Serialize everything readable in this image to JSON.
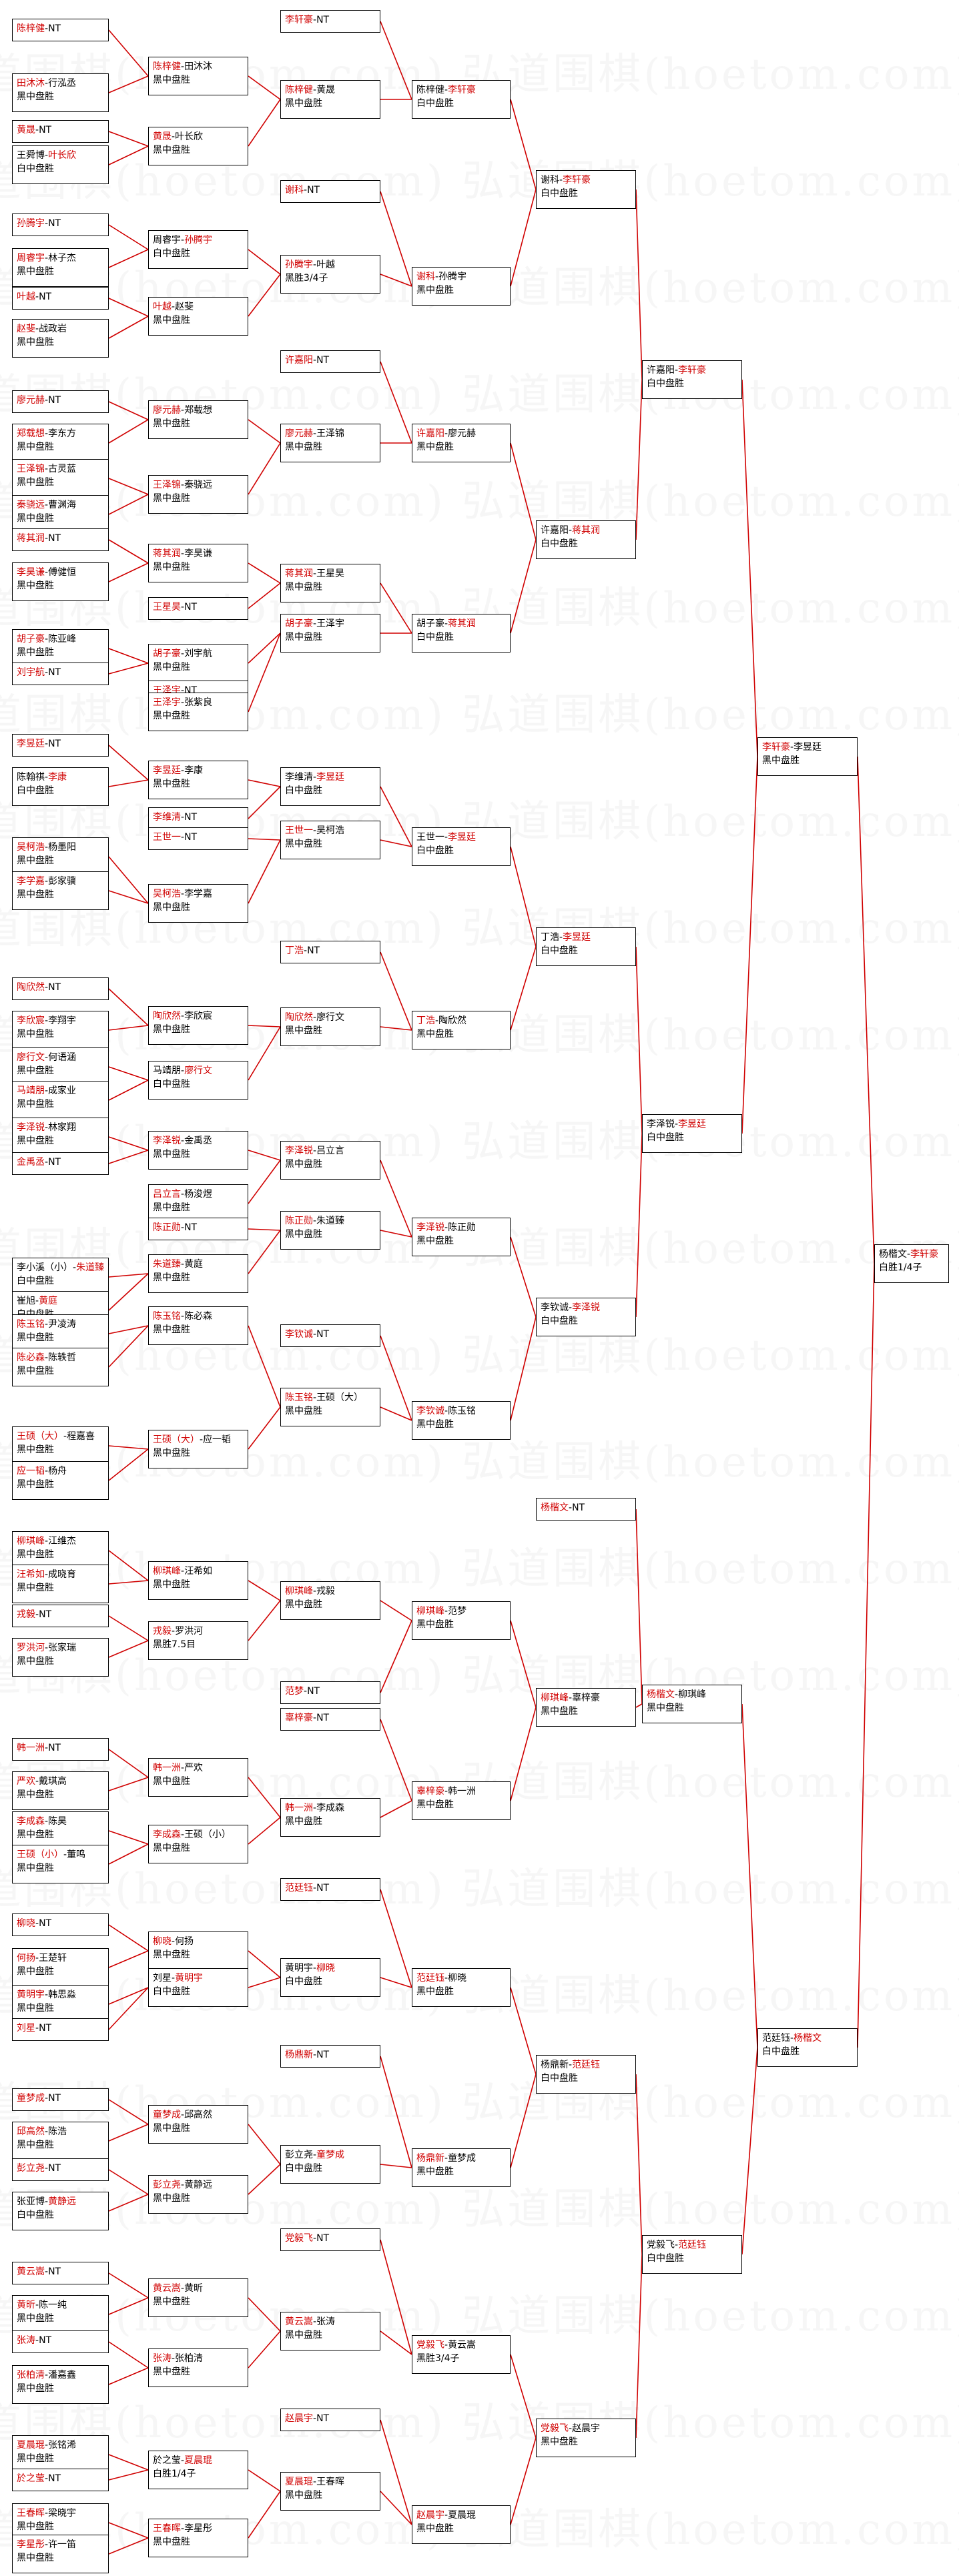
{
  "watermark": "弘道围棋(hoetom.com)",
  "colors": {
    "winner": "#d00000",
    "line": "#d00000",
    "border": "#000000"
  },
  "nodes": [
    {
      "id": "r1_0",
      "p1": "陈梓健",
      "p2": "",
      "w": 1,
      "res": "NT"
    },
    {
      "id": "r1_1",
      "p1": "田沐沐",
      "p2": "行泓丞",
      "w": 1,
      "res": "黑中盘胜"
    },
    {
      "id": "r1_2",
      "p1": "黄晟",
      "p2": "",
      "w": 1,
      "res": "NT"
    },
    {
      "id": "r1_3",
      "p1": "王舜博",
      "p2": "叶长欣",
      "w": 2,
      "res": "白中盘胜"
    },
    {
      "id": "r1_4",
      "p1": "孙腾宇",
      "p2": "",
      "w": 1,
      "res": "NT"
    },
    {
      "id": "r1_5",
      "p1": "周睿宇",
      "p2": "林子杰",
      "w": 1,
      "res": "黑中盘胜"
    },
    {
      "id": "r1_6",
      "p1": "叶越",
      "p2": "",
      "w": 1,
      "res": "NT"
    },
    {
      "id": "r1_7",
      "p1": "赵斐",
      "p2": "战政岩",
      "w": 1,
      "res": "黑中盘胜"
    },
    {
      "id": "r1_8",
      "p1": "廖元赫",
      "p2": "",
      "w": 1,
      "res": "NT"
    },
    {
      "id": "r1_9",
      "p1": "郑载想",
      "p2": "李东方",
      "w": 1,
      "res": "黑中盘胜"
    },
    {
      "id": "r1_10",
      "p1": "王泽锦",
      "p2": "古灵蓝",
      "w": 1,
      "res": "黑中盘胜"
    },
    {
      "id": "r1_11",
      "p1": "秦骁远",
      "p2": "曹渊海",
      "w": 1,
      "res": "黑中盘胜"
    },
    {
      "id": "r1_12",
      "p1": "蒋其润",
      "p2": "",
      "w": 1,
      "res": "NT"
    },
    {
      "id": "r1_13",
      "p1": "李昊谦",
      "p2": "傅健恒",
      "w": 1,
      "res": "黑中盘胜"
    },
    {
      "id": "r1_14",
      "p1": "胡子豪",
      "p2": "陈亚峰",
      "w": 1,
      "res": "黑中盘胜"
    },
    {
      "id": "r1_15",
      "p1": "刘宇航",
      "p2": "",
      "w": 1,
      "res": "NT"
    },
    {
      "id": "r1_16",
      "p1": "李昱廷",
      "p2": "",
      "w": 1,
      "res": "NT"
    },
    {
      "id": "r1_17",
      "p1": "陈翰祺",
      "p2": "李康",
      "w": 2,
      "res": "白中盘胜"
    },
    {
      "id": "r1_18",
      "p1": "吴柯浩",
      "p2": "杨墨阳",
      "w": 1,
      "res": "黑中盘胜"
    },
    {
      "id": "r1_19",
      "p1": "李学嘉",
      "p2": "彭家骥",
      "w": 1,
      "res": "黑中盘胜"
    },
    {
      "id": "r1_20",
      "p1": "陶欣然",
      "p2": "",
      "w": 1,
      "res": "NT"
    },
    {
      "id": "r1_21",
      "p1": "李欣宸",
      "p2": "李翔宇",
      "w": 1,
      "res": "黑中盘胜"
    },
    {
      "id": "r1_22",
      "p1": "廖行文",
      "p2": "何语涵",
      "w": 1,
      "res": "黑中盘胜"
    },
    {
      "id": "r1_23",
      "p1": "马靖朋",
      "p2": "成家业",
      "w": 1,
      "res": "黑中盘胜"
    },
    {
      "id": "r1_24",
      "p1": "李泽锐",
      "p2": "林家翔",
      "w": 1,
      "res": "黑中盘胜"
    },
    {
      "id": "r1_25",
      "p1": "金禹丞",
      "p2": "",
      "w": 1,
      "res": "NT"
    },
    {
      "id": "r1_26",
      "p1": "李小溪（小）",
      "p2": "朱道臻",
      "w": 2,
      "res": "白中盘胜"
    },
    {
      "id": "r1_27",
      "p1": "崔旭",
      "p2": "黄庭",
      "w": 2,
      "res": "白中盘胜"
    },
    {
      "id": "r1_28",
      "p1": "陈玉铭",
      "p2": "尹凌涛",
      "w": 1,
      "res": "黑中盘胜"
    },
    {
      "id": "r1_29",
      "p1": "陈必森",
      "p2": "陈轶哲",
      "w": 1,
      "res": "黑中盘胜"
    },
    {
      "id": "r1_30",
      "p1": "王硕（大）",
      "p2": "程嘉喜",
      "w": 1,
      "res": "黑中盘胜"
    },
    {
      "id": "r1_31",
      "p1": "应一韬",
      "p2": "杨舟",
      "w": 1,
      "res": "黑中盘胜"
    },
    {
      "id": "r1_32",
      "p1": "柳琪峰",
      "p2": "江维杰",
      "w": 1,
      "res": "黑中盘胜"
    },
    {
      "id": "r1_33",
      "p1": "汪希如",
      "p2": "成晓育",
      "w": 1,
      "res": "黑中盘胜"
    },
    {
      "id": "r1_34",
      "p1": "戎毅",
      "p2": "",
      "w": 1,
      "res": "NT"
    },
    {
      "id": "r1_35",
      "p1": "罗洪河",
      "p2": "张家瑞",
      "w": 1,
      "res": "黑中盘胜"
    },
    {
      "id": "r1_36",
      "p1": "韩一洲",
      "p2": "",
      "w": 1,
      "res": "NT"
    },
    {
      "id": "r1_37",
      "p1": "严欢",
      "p2": "戴琪高",
      "w": 1,
      "res": "黑中盘胜"
    },
    {
      "id": "r1_38",
      "p1": "李成森",
      "p2": "陈昊",
      "w": 1,
      "res": "黑中盘胜"
    },
    {
      "id": "r1_39",
      "p1": "王硕（小）",
      "p2": "董鸣",
      "w": 1,
      "res": "黑中盘胜"
    },
    {
      "id": "r1_40",
      "p1": "柳晓",
      "p2": "",
      "w": 1,
      "res": "NT"
    },
    {
      "id": "r1_41",
      "p1": "何扬",
      "p2": "王楚轩",
      "w": 1,
      "res": "黑中盘胜"
    },
    {
      "id": "r1_42",
      "p1": "黄明宇",
      "p2": "韩思淼",
      "w": 1,
      "res": "黑中盘胜"
    },
    {
      "id": "r1_43",
      "p1": "刘星",
      "p2": "",
      "w": 1,
      "res": "NT"
    },
    {
      "id": "r1_44",
      "p1": "童梦成",
      "p2": "",
      "w": 1,
      "res": "NT"
    },
    {
      "id": "r1_45",
      "p1": "邱高然",
      "p2": "陈浩",
      "w": 1,
      "res": "黑中盘胜"
    },
    {
      "id": "r1_46",
      "p1": "彭立尧",
      "p2": "",
      "w": 1,
      "res": "NT"
    },
    {
      "id": "r1_47",
      "p1": "张亚博",
      "p2": "黄静远",
      "w": 2,
      "res": "白中盘胜"
    },
    {
      "id": "r1_48",
      "p1": "黄云嵩",
      "p2": "",
      "w": 1,
      "res": "NT"
    },
    {
      "id": "r1_49",
      "p1": "黄昕",
      "p2": "陈一纯",
      "w": 1,
      "res": "黑中盘胜"
    },
    {
      "id": "r1_50",
      "p1": "张涛",
      "p2": "",
      "w": 1,
      "res": "NT"
    },
    {
      "id": "r1_51",
      "p1": "张柏清",
      "p2": "潘嘉鑫",
      "w": 1,
      "res": "黑中盘胜"
    },
    {
      "id": "r1_52",
      "p1": "夏晨琨",
      "p2": "张铭浠",
      "w": 1,
      "res": "黑中盘胜"
    },
    {
      "id": "r1_53",
      "p1": "於之莹",
      "p2": "",
      "w": 1,
      "res": "NT"
    },
    {
      "id": "r1_54",
      "p1": "王春晖",
      "p2": "梁晓宇",
      "w": 1,
      "res": "黑中盘胜"
    },
    {
      "id": "r1_55",
      "p1": "李星彤",
      "p2": "许一笛",
      "w": 1,
      "res": "黑中盘胜"
    },
    {
      "id": "r2_0",
      "p1": "陈梓健",
      "p2": "田沐沐",
      "w": 1,
      "res": "黑中盘胜"
    },
    {
      "id": "r2_1",
      "p1": "黄晟",
      "p2": "叶长欣",
      "w": 1,
      "res": "黑中盘胜"
    },
    {
      "id": "r2_2",
      "p1": "周睿宇",
      "p2": "孙腾宇",
      "w": 2,
      "res": "白中盘胜"
    },
    {
      "id": "r2_3",
      "p1": "叶越",
      "p2": "赵斐",
      "w": 1,
      "res": "黑中盘胜"
    },
    {
      "id": "r2_4",
      "p1": "廖元赫",
      "p2": "郑载想",
      "w": 1,
      "res": "黑中盘胜"
    },
    {
      "id": "r2_5",
      "p1": "王泽锦",
      "p2": "秦骁远",
      "w": 1,
      "res": "黑中盘胜"
    },
    {
      "id": "r2_6",
      "p1": "蒋其润",
      "p2": "李昊谦",
      "w": 1,
      "res": "黑中盘胜"
    },
    {
      "id": "r2_7",
      "p1": "王星昊",
      "p2": "",
      "w": 1,
      "res": "NT"
    },
    {
      "id": "r2_8",
      "p1": "胡子豪",
      "p2": "刘宇航",
      "w": 1,
      "res": "黑中盘胜"
    },
    {
      "id": "r2_9",
      "p1": "王泽宇",
      "p2": "",
      "w": 1,
      "res": "NT"
    },
    {
      "id": "r2_10",
      "p1": "王泽宇",
      "p2": "张紫良",
      "w": 1,
      "res": "黑中盘胜"
    },
    {
      "id": "r2_11",
      "p1": "李昱廷",
      "p2": "李康",
      "w": 1,
      "res": "黑中盘胜"
    },
    {
      "id": "r2_12",
      "p1": "李维清",
      "p2": "",
      "w": 1,
      "res": "NT"
    },
    {
      "id": "r2_13",
      "p1": "王世一",
      "p2": "",
      "w": 1,
      "res": "NT"
    },
    {
      "id": "r2_14",
      "p1": "吴柯浩",
      "p2": "李学嘉",
      "w": 1,
      "res": "黑中盘胜"
    },
    {
      "id": "r2_15",
      "p1": "陶欣然",
      "p2": "李欣宸",
      "w": 1,
      "res": "黑中盘胜"
    },
    {
      "id": "r2_16",
      "p1": "马靖朋",
      "p2": "廖行文",
      "w": 2,
      "res": "白中盘胜"
    },
    {
      "id": "r2_17",
      "p1": "李泽锐",
      "p2": "金禹丞",
      "w": 1,
      "res": "黑中盘胜"
    },
    {
      "id": "r2_18",
      "p1": "吕立言",
      "p2": "杨浚煜",
      "w": 1,
      "res": "黑中盘胜"
    },
    {
      "id": "r2_19",
      "p1": "陈正勋",
      "p2": "",
      "w": 1,
      "res": "NT"
    },
    {
      "id": "r2_20",
      "p1": "朱道臻",
      "p2": "黄庭",
      "w": 1,
      "res": "黑中盘胜"
    },
    {
      "id": "r2_21",
      "p1": "陈玉铭",
      "p2": "陈必森",
      "w": 1,
      "res": "黑中盘胜"
    },
    {
      "id": "r2_22",
      "p1": "王硕（大）",
      "p2": "应一韬",
      "w": 1,
      "res": "黑中盘胜"
    },
    {
      "id": "r2_23",
      "p1": "柳琪峰",
      "p2": "汪希如",
      "w": 1,
      "res": "黑中盘胜"
    },
    {
      "id": "r2_24",
      "p1": "戎毅",
      "p2": "罗洪河",
      "w": 1,
      "res": "黑胜7.5目"
    },
    {
      "id": "r2_25",
      "p1": "韩一洲",
      "p2": "严欢",
      "w": 1,
      "res": "黑中盘胜"
    },
    {
      "id": "r2_26",
      "p1": "李成森",
      "p2": "王硕（小）",
      "w": 1,
      "res": "黑中盘胜"
    },
    {
      "id": "r2_27",
      "p1": "柳晓",
      "p2": "何扬",
      "w": 1,
      "res": "黑中盘胜"
    },
    {
      "id": "r2_28",
      "p1": "刘星",
      "p2": "黄明宇",
      "w": 2,
      "res": "白中盘胜"
    },
    {
      "id": "r2_29",
      "p1": "童梦成",
      "p2": "邱高然",
      "w": 1,
      "res": "黑中盘胜"
    },
    {
      "id": "r2_30",
      "p1": "彭立尧",
      "p2": "黄静远",
      "w": 1,
      "res": "黑中盘胜"
    },
    {
      "id": "r2_31",
      "p1": "黄云嵩",
      "p2": "黄昕",
      "w": 1,
      "res": "黑中盘胜"
    },
    {
      "id": "r2_32",
      "p1": "张涛",
      "p2": "张柏清",
      "w": 1,
      "res": "黑中盘胜"
    },
    {
      "id": "r2_33",
      "p1": "於之莹",
      "p2": "夏晨琨",
      "w": 2,
      "res": "白胜1/4子"
    },
    {
      "id": "r2_34",
      "p1": "王春晖",
      "p2": "李星彤",
      "w": 1,
      "res": "黑中盘胜"
    },
    {
      "id": "r3_0",
      "p1": "李轩豪",
      "p2": "",
      "w": 1,
      "res": "NT"
    },
    {
      "id": "r3_1",
      "p1": "陈梓健",
      "p2": "黄晟",
      "w": 1,
      "res": "黑中盘胜"
    },
    {
      "id": "r3_2",
      "p1": "谢科",
      "p2": "",
      "w": 1,
      "res": "NT"
    },
    {
      "id": "r3_3",
      "p1": "孙腾宇",
      "p2": "叶越",
      "w": 1,
      "res": "黑胜3/4子"
    },
    {
      "id": "r3_4",
      "p1": "许嘉阳",
      "p2": "",
      "w": 1,
      "res": "NT"
    },
    {
      "id": "r3_5",
      "p1": "廖元赫",
      "p2": "王泽锦",
      "w": 1,
      "res": "黑中盘胜"
    },
    {
      "id": "r3_6",
      "p1": "蒋其润",
      "p2": "王星昊",
      "w": 1,
      "res": "黑中盘胜"
    },
    {
      "id": "r3_7",
      "p1": "胡子豪",
      "p2": "王泽宇",
      "w": 1,
      "res": "黑中盘胜"
    },
    {
      "id": "r3_8",
      "p1": "李维清",
      "p2": "李昱廷",
      "w": 2,
      "res": "白中盘胜"
    },
    {
      "id": "r3_9",
      "p1": "王世一",
      "p2": "吴柯浩",
      "w": 1,
      "res": "黑中盘胜"
    },
    {
      "id": "r3_10",
      "p1": "丁浩",
      "p2": "",
      "w": 1,
      "res": "NT"
    },
    {
      "id": "r3_11",
      "p1": "陶欣然",
      "p2": "廖行文",
      "w": 1,
      "res": "黑中盘胜"
    },
    {
      "id": "r3_12",
      "p1": "李泽锐",
      "p2": "吕立言",
      "w": 1,
      "res": "黑中盘胜"
    },
    {
      "id": "r3_13",
      "p1": "陈正勋",
      "p2": "朱道臻",
      "w": 1,
      "res": "黑中盘胜"
    },
    {
      "id": "r3_14",
      "p1": "李钦诚",
      "p2": "",
      "w": 1,
      "res": "NT"
    },
    {
      "id": "r3_15",
      "p1": "陈玉铭",
      "p2": "王硕（大）",
      "w": 1,
      "res": "黑中盘胜"
    },
    {
      "id": "r3_16",
      "p1": "柳琪峰",
      "p2": "戎毅",
      "w": 1,
      "res": "黑中盘胜"
    },
    {
      "id": "r3_17",
      "p1": "范梦",
      "p2": "",
      "w": 1,
      "res": "NT"
    },
    {
      "id": "r3_18",
      "p1": "韩一洲",
      "p2": "李成森",
      "w": 1,
      "res": "黑中盘胜"
    },
    {
      "id": "r3_19",
      "p1": "辜梓豪",
      "p2": "",
      "w": 1,
      "res": "NT"
    },
    {
      "id": "r3_20",
      "p1": "黄明宇",
      "p2": "柳晓",
      "w": 2,
      "res": "白中盘胜"
    },
    {
      "id": "r3_21",
      "p1": "范廷钰",
      "p2": "",
      "w": 1,
      "res": "NT"
    },
    {
      "id": "r3_22",
      "p1": "彭立尧",
      "p2": "童梦成",
      "w": 2,
      "res": "白中盘胜"
    },
    {
      "id": "r3_23",
      "p1": "杨鼎新",
      "p2": "",
      "w": 1,
      "res": "NT"
    },
    {
      "id": "r3_24",
      "p1": "黄云嵩",
      "p2": "张涛",
      "w": 1,
      "res": "黑中盘胜"
    },
    {
      "id": "r3_25",
      "p1": "党毅飞",
      "p2": "",
      "w": 1,
      "res": "NT"
    },
    {
      "id": "r3_26",
      "p1": "夏晨琨",
      "p2": "王春晖",
      "w": 1,
      "res": "黑中盘胜"
    },
    {
      "id": "r3_27",
      "p1": "赵晨宇",
      "p2": "",
      "w": 1,
      "res": "NT"
    },
    {
      "id": "r4_0",
      "p1": "陈梓健",
      "p2": "李轩豪",
      "w": 2,
      "res": "白中盘胜"
    },
    {
      "id": "r4_1",
      "p1": "谢科",
      "p2": "孙腾宇",
      "w": 1,
      "res": "黑中盘胜"
    },
    {
      "id": "r4_2",
      "p1": "许嘉阳",
      "p2": "廖元赫",
      "w": 1,
      "res": "黑中盘胜"
    },
    {
      "id": "r4_3",
      "p1": "胡子豪",
      "p2": "蒋其润",
      "w": 2,
      "res": "白中盘胜"
    },
    {
      "id": "r4_4",
      "p1": "王世一",
      "p2": "李昱廷",
      "w": 2,
      "res": "白中盘胜"
    },
    {
      "id": "r4_5",
      "p1": "丁浩",
      "p2": "陶欣然",
      "w": 1,
      "res": "黑中盘胜"
    },
    {
      "id": "r4_6",
      "p1": "李泽锐",
      "p2": "陈正勋",
      "w": 1,
      "res": "黑中盘胜"
    },
    {
      "id": "r4_7",
      "p1": "李钦诚",
      "p2": "陈玉铭",
      "w": 1,
      "res": "黑中盘胜"
    },
    {
      "id": "r4_8",
      "p1": "柳琪峰",
      "p2": "范梦",
      "w": 1,
      "res": "黑中盘胜"
    },
    {
      "id": "r4_9",
      "p1": "辜梓豪",
      "p2": "韩一洲",
      "w": 1,
      "res": "黑中盘胜"
    },
    {
      "id": "r4_10",
      "p1": "范廷钰",
      "p2": "柳晓",
      "w": 1,
      "res": "黑中盘胜"
    },
    {
      "id": "r4_11",
      "p1": "杨鼎新",
      "p2": "童梦成",
      "w": 1,
      "res": "黑中盘胜"
    },
    {
      "id": "r4_12",
      "p1": "党毅飞",
      "p2": "黄云嵩",
      "w": 1,
      "res": "黑胜3/4子"
    },
    {
      "id": "r4_13",
      "p1": "赵晨宇",
      "p2": "夏晨琨",
      "w": 1,
      "res": "黑中盘胜"
    },
    {
      "id": "r5_0",
      "p1": "谢科",
      "p2": "李轩豪",
      "w": 2,
      "res": "白中盘胜"
    },
    {
      "id": "r5_1",
      "p1": "许嘉阳",
      "p2": "蒋其润",
      "w": 2,
      "res": "白中盘胜"
    },
    {
      "id": "r5_2",
      "p1": "丁浩",
      "p2": "李昱廷",
      "w": 2,
      "res": "白中盘胜"
    },
    {
      "id": "r5_3",
      "p1": "李钦诚",
      "p2": "李泽锐",
      "w": 2,
      "res": "白中盘胜"
    },
    {
      "id": "r5_4",
      "p1": "杨楷文",
      "p2": "",
      "w": 1,
      "res": "NT"
    },
    {
      "id": "r5_5",
      "p1": "柳琪峰",
      "p2": "辜梓豪",
      "w": 1,
      "res": "黑中盘胜"
    },
    {
      "id": "r5_6",
      "p1": "杨鼎新",
      "p2": "范廷钰",
      "w": 2,
      "res": "白中盘胜"
    },
    {
      "id": "r5_7",
      "p1": "党毅飞",
      "p2": "赵晨宇",
      "w": 1,
      "res": "黑中盘胜"
    },
    {
      "id": "r6_0",
      "p1": "许嘉阳",
      "p2": "李轩豪",
      "w": 2,
      "res": "白中盘胜"
    },
    {
      "id": "r6_1",
      "p1": "李泽锐",
      "p2": "李昱廷",
      "w": 2,
      "res": "白中盘胜"
    },
    {
      "id": "r6_2",
      "p1": "杨楷文",
      "p2": "柳琪峰",
      "w": 1,
      "res": "黑中盘胜"
    },
    {
      "id": "r6_3",
      "p1": "党毅飞",
      "p2": "范廷钰",
      "w": 2,
      "res": "白中盘胜"
    },
    {
      "id": "r7_0",
      "p1": "李轩豪",
      "p2": "李昱廷",
      "w": 1,
      "res": "黑中盘胜"
    },
    {
      "id": "r7_1",
      "p1": "范廷钰",
      "p2": "杨楷文",
      "w": 2,
      "res": "白中盘胜"
    },
    {
      "id": "r8_0",
      "p1": "杨楷文",
      "p2": "李轩豪",
      "w": 2,
      "res": "白胜1/4子"
    }
  ]
}
